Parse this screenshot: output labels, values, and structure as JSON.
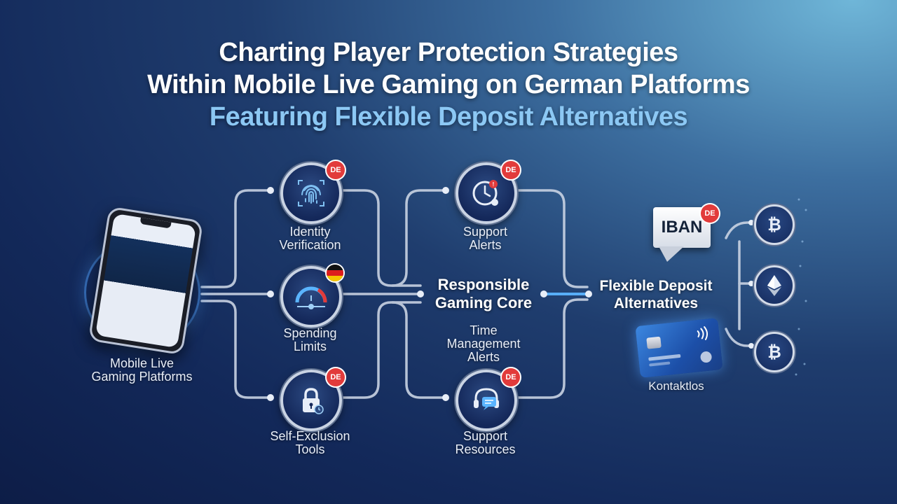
{
  "title": {
    "line1": "Charting Player Protection Strategies",
    "line2": "Within Mobile Live Gaming on German Platforms",
    "line3": "Featuring Flexible Deposit Alternatives"
  },
  "nodes": {
    "identity": {
      "label": "Identity\nVerification",
      "badge": "DE",
      "icon": "fingerprint-icon"
    },
    "spending": {
      "label": "Spending\nLimits",
      "icon": "gauge-icon"
    },
    "self_exclusion": {
      "label": "Self-Exclusion\nTools",
      "badge": "DE",
      "icon": "lock-icon"
    },
    "support_alerts": {
      "label": "Support\nAlerts",
      "badge": "DE",
      "icon": "clock-icon"
    },
    "support_resources": {
      "label": "Support\nResources",
      "badge": "DE",
      "icon": "headset-icon"
    }
  },
  "core": {
    "label": "Responsible\nGaming Core"
  },
  "time_alerts": {
    "label": "Time\nManagement\nAlerts"
  },
  "deposit": {
    "label": "Flexible Deposit\nAlternatives"
  },
  "mobile": {
    "label": "Mobile Live\nGaming Platforms"
  },
  "iban": {
    "text": "IBAN",
    "badge": "DE"
  },
  "card": {
    "label": "Kontaktlos"
  },
  "coins": [
    {
      "icon": "bitcoin-icon",
      "glyph": "₿"
    },
    {
      "icon": "ethereum-icon",
      "glyph": ""
    },
    {
      "icon": "bitcoin-icon",
      "glyph": "₿"
    }
  ],
  "colors": {
    "accent": "#8cc8f4",
    "badge": "#e23b3b",
    "wire": "#c9d3e3",
    "glow": "#5ab4ff"
  }
}
